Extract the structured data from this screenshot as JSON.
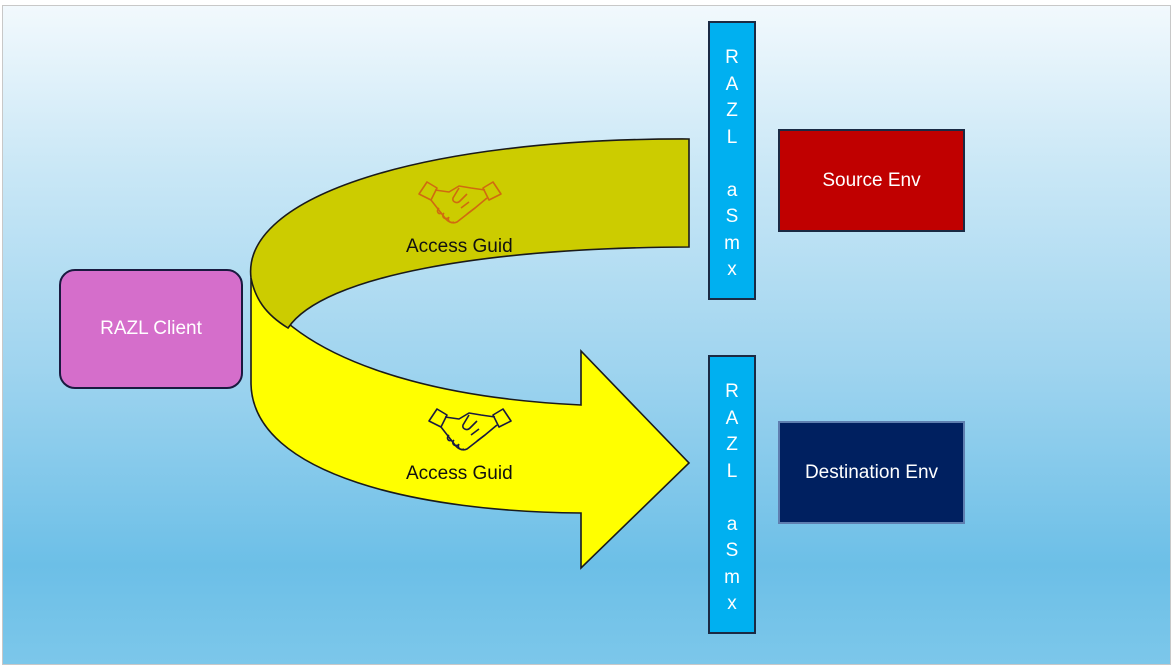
{
  "diagram": {
    "client": {
      "label": "RAZL Client",
      "color": "#d56ecb"
    },
    "source_env": {
      "label": "Source Env",
      "color": "#c00000"
    },
    "destination_env": {
      "label": "Destination Env",
      "color": "#002060"
    },
    "asmx_top": {
      "letters": [
        "R",
        "A",
        "Z",
        "L",
        "",
        "a",
        "S",
        "m",
        "x"
      ],
      "color": "#00b0f0"
    },
    "asmx_bottom": {
      "letters": [
        "R",
        "A",
        "Z",
        "L",
        "",
        "a",
        "S",
        "m",
        "x"
      ],
      "color": "#00b0f0"
    },
    "flow_top": {
      "label": "Access Guid",
      "icon": "handshake-icon",
      "color": "#cccc00"
    },
    "flow_bottom": {
      "label": "Access Guid",
      "icon": "handshake-icon",
      "color": "#ffff00"
    }
  }
}
